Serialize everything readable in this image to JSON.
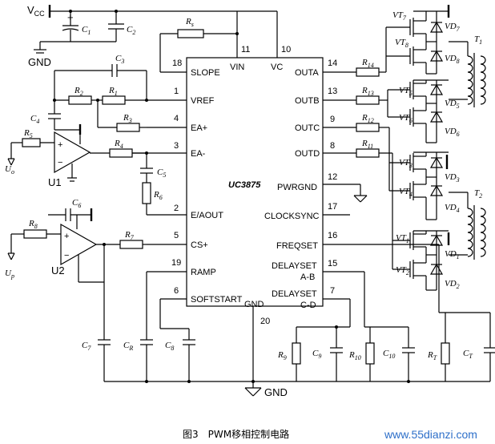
{
  "chip": {
    "name": "UC3875"
  },
  "pins_left": [
    {
      "num": "18",
      "label": "SLOPE"
    },
    {
      "num": "1",
      "label": "VREF"
    },
    {
      "num": "4",
      "label": "EA+"
    },
    {
      "num": "3",
      "label": "EA-"
    },
    {
      "num": "2",
      "label": "E/AOUT"
    },
    {
      "num": "5",
      "label": "CS+"
    },
    {
      "num": "19",
      "label": "RAMP"
    },
    {
      "num": "6",
      "label": "SOFTSTART"
    }
  ],
  "pins_top": [
    {
      "num": "11",
      "label": "VIN"
    },
    {
      "num": "10",
      "label": "VC"
    }
  ],
  "pins_right": [
    {
      "num": "14",
      "label": "OUTA"
    },
    {
      "num": "13",
      "label": "OUTB"
    },
    {
      "num": "9",
      "label": "OUTC"
    },
    {
      "num": "8",
      "label": "OUTD"
    },
    {
      "num": "12",
      "label": "PWRGND"
    },
    {
      "num": "17",
      "label": "CLOCKSYNC"
    },
    {
      "num": "16",
      "label": "FREQSET"
    },
    {
      "num": "15",
      "label": "DELAYSET A-B"
    },
    {
      "num": "7",
      "label": "DELAYSET C-D"
    }
  ],
  "pins_bottom": [
    {
      "num": "20",
      "label": "GND"
    }
  ],
  "rails": {
    "vcc": "V",
    "vcc_sub": "CC",
    "gnd_top": "GND",
    "gnd_bottom": "GND"
  },
  "components": {
    "C1": "C",
    "C1_sub": "1",
    "C2": "C",
    "C2_sub": "2",
    "C3": "C",
    "C3_sub": "3",
    "C4": "C",
    "C4_sub": "4",
    "C5": "C",
    "C5_sub": "5",
    "C6": "C",
    "C6_sub": "6",
    "C7": "C",
    "C7_sub": "7",
    "CR": "C",
    "CR_sub": "R",
    "C8": "C",
    "C8_sub": "8",
    "C9": "C",
    "C9_sub": "9",
    "C10": "C",
    "C10_sub": "10",
    "CT": "C",
    "CT_sub": "T",
    "Rs": "R",
    "Rs_sub": "s",
    "R1": "R",
    "R1_sub": "1",
    "R2": "R",
    "R2_sub": "2",
    "R3": "R",
    "R3_sub": "3",
    "R4": "R",
    "R4_sub": "4",
    "R5": "R",
    "R5_sub": "5",
    "R6": "R",
    "R6_sub": "6",
    "R7": "R",
    "R7_sub": "7",
    "R8": "R",
    "R8_sub": "8",
    "R9": "R",
    "R9_sub": "9",
    "R10": "R",
    "R10_sub": "10",
    "RT": "R",
    "RT_sub": "T",
    "R11": "R",
    "R11_sub": "11",
    "R12": "R",
    "R12_sub": "12",
    "R13": "R",
    "R13_sub": "13",
    "R14": "R",
    "R14_sub": "14",
    "U1": "U1",
    "U2": "U2",
    "Uo": "U",
    "Uo_sub": "o",
    "Up": "U",
    "Up_sub": "p",
    "plus": "+"
  },
  "bridge": {
    "VT7": "VT",
    "VT7_sub": "7",
    "VD7": "VD",
    "VD7_sub": "7",
    "VT8": "VT",
    "VT8_sub": "8",
    "VD8": "VD",
    "VD8_sub": "8",
    "VT5": "VT",
    "VT5_sub": "5",
    "VD5": "VD",
    "VD5_sub": "5",
    "VT6": "VT",
    "VT6_sub": "6",
    "VD6": "VD",
    "VD6_sub": "6",
    "VT3": "VT",
    "VT3_sub": "3",
    "VD3": "VD",
    "VD3_sub": "3",
    "VT4": "VT",
    "VT4_sub": "4",
    "VD4": "VD",
    "VD4_sub": "4",
    "VT1": "VT",
    "VT1_sub": "1",
    "VD1": "VD",
    "VD1_sub": "1",
    "VT2": "VT",
    "VT2_sub": "2",
    "VD2": "VD",
    "VD2_sub": "2",
    "T1": "T",
    "T1_sub": "1",
    "T2": "T",
    "T2_sub": "2"
  },
  "caption": "图3　PWM移相控制电路",
  "watermark": "www.55dianzi.com"
}
